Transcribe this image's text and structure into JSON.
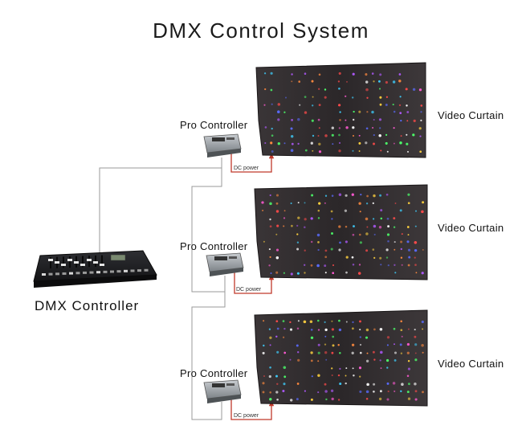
{
  "title": "DMX Control System",
  "dmx_controller": {
    "label": "DMX Controller"
  },
  "units": [
    {
      "controller_label": "Pro Controller",
      "curtain_label": "Video Curtain",
      "power_label": "DC power"
    },
    {
      "controller_label": "Pro Controller",
      "curtain_label": "Video Curtain",
      "power_label": "DC power"
    },
    {
      "controller_label": "Pro Controller",
      "curtain_label": "Video Curtain",
      "power_label": "DC power"
    }
  ],
  "colors": {
    "cable": "#9a9a9a",
    "power_cable": "#c0392b",
    "curtain": "#2a2628"
  }
}
